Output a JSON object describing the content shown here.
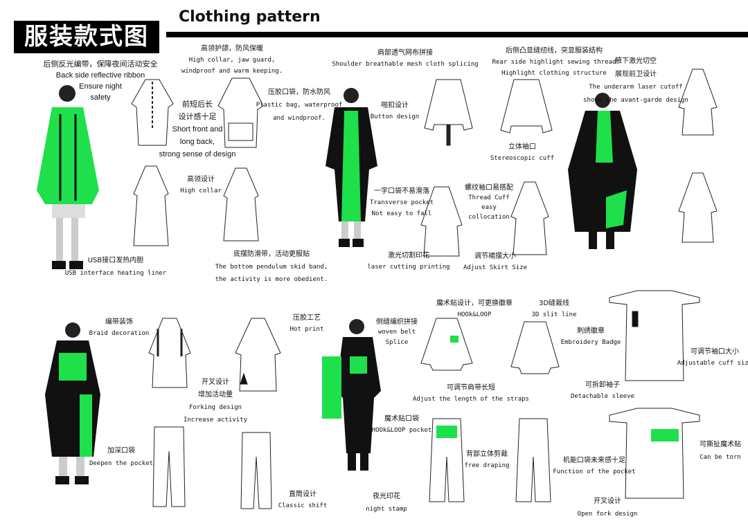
{
  "header": {
    "title_zh": "服装款式图",
    "title_en": "Clothing pattern"
  },
  "colors": {
    "accent": "#1ee04a",
    "dark": "#111111"
  },
  "annotations": [
    {
      "lines": [
        "后侧反光编带，保障夜间活动安全",
        "Back side reflective ribbon",
        "Ensure night",
        "safety"
      ]
    },
    {
      "lines": [
        "高领护颌，防风保暖",
        "High collar, jaw guard,",
        "windproof and warm keeping."
      ]
    },
    {
      "lines": [
        "压胶口袋，防水防风",
        "Plastic bag, waterproof",
        "and windproof."
      ]
    },
    {
      "lines": [
        "前短后长",
        "设计感十足",
        "Short front and",
        "long back,",
        "strong sense of design"
      ]
    },
    {
      "lines": [
        "高领设计",
        "High collar"
      ]
    },
    {
      "lines": [
        "USB接口发热内胆",
        "USB interface heating liner"
      ]
    },
    {
      "lines": [
        "底摆防滑带，活动更服贴",
        "The bottom pendulum skid band,",
        "the activity is more obedient."
      ]
    },
    {
      "lines": [
        "肩部透气网布拼接",
        "Shoulder breathable mesh cloth splicing"
      ]
    },
    {
      "lines": [
        "啪扣设计",
        "Button design"
      ]
    },
    {
      "lines": [
        "后侧凸显缝纫线，突显服装结构",
        "Rear side highlight sewing thread",
        "Highlight clothing structure"
      ]
    },
    {
      "lines": [
        "立体袖口",
        "Stereoscopic cuff"
      ]
    },
    {
      "lines": [
        "腋下激光切空",
        "展现前卫设计",
        "The underarm laser cutoff",
        "shows the avant-garde design"
      ]
    },
    {
      "lines": [
        "一字口袋不易滑落",
        "Transverse pocket",
        "Not easy to fall"
      ]
    },
    {
      "lines": [
        "螺纹袖口易搭配",
        "Thread Cuff",
        "easy",
        "collocation"
      ]
    },
    {
      "lines": [
        "激光切割印花",
        "laser cutting printing"
      ]
    },
    {
      "lines": [
        "调节裙摆大小",
        "Adjust Skirt Size"
      ]
    },
    {
      "lines": [
        "编带装饰",
        "Braid decoration"
      ]
    },
    {
      "lines": [
        "压胶工艺",
        "Hot print"
      ]
    },
    {
      "lines": [
        "开叉设计",
        "增加活动量",
        "Forking design",
        "Increase activity"
      ]
    },
    {
      "lines": [
        "加深口袋",
        "Deepen the pocket"
      ]
    },
    {
      "lines": [
        "直筒设计",
        "Classic shift"
      ]
    },
    {
      "lines": [
        "侧缝编织拼接",
        "woven belt",
        "Splice"
      ]
    },
    {
      "lines": [
        "魔术贴设计，可更换徽章",
        "HOOk&LOOP"
      ]
    },
    {
      "lines": [
        "3D缝裁线",
        "3D slit line"
      ]
    },
    {
      "lines": [
        "刺绣徽章",
        "Embroidery Badge"
      ]
    },
    {
      "lines": [
        "可调节袖口大小",
        "Adjustable cuff size"
      ]
    },
    {
      "lines": [
        "可调节肩带长短",
        "Adjust the length of the straps"
      ]
    },
    {
      "lines": [
        "可拆卸袖子",
        "Detachable sleeve"
      ]
    },
    {
      "lines": [
        "魔术贴口袋",
        "HOOk&LOOP pocket"
      ]
    },
    {
      "lines": [
        "背部立体剪裁",
        "free draping"
      ]
    },
    {
      "lines": [
        "机能口袋未来感十足",
        "Function of the pocket"
      ]
    },
    {
      "lines": [
        "可撕扯魔术贴",
        "Can be torn"
      ]
    },
    {
      "lines": [
        "夜光印花",
        "night stamp"
      ]
    },
    {
      "lines": [
        "开叉设计",
        "Open fork design"
      ]
    }
  ]
}
